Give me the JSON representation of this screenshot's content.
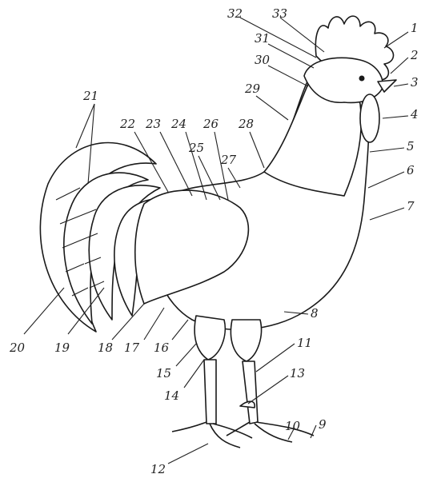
{
  "diagram": {
    "subject": "rooster-anatomy",
    "labels": [
      {
        "id": "1",
        "text": "1"
      },
      {
        "id": "2",
        "text": "2"
      },
      {
        "id": "3",
        "text": "3"
      },
      {
        "id": "4",
        "text": "4"
      },
      {
        "id": "5",
        "text": "5"
      },
      {
        "id": "6",
        "text": "6"
      },
      {
        "id": "7",
        "text": "7"
      },
      {
        "id": "8",
        "text": "8"
      },
      {
        "id": "9",
        "text": "9"
      },
      {
        "id": "10",
        "text": "10"
      },
      {
        "id": "11",
        "text": "11"
      },
      {
        "id": "12",
        "text": "12"
      },
      {
        "id": "13",
        "text": "13"
      },
      {
        "id": "14",
        "text": "14"
      },
      {
        "id": "15",
        "text": "15"
      },
      {
        "id": "16",
        "text": "16"
      },
      {
        "id": "17",
        "text": "17"
      },
      {
        "id": "18",
        "text": "18"
      },
      {
        "id": "19",
        "text": "19"
      },
      {
        "id": "20",
        "text": "20"
      },
      {
        "id": "21",
        "text": "21"
      },
      {
        "id": "22",
        "text": "22"
      },
      {
        "id": "23",
        "text": "23"
      },
      {
        "id": "24",
        "text": "24"
      },
      {
        "id": "25",
        "text": "25"
      },
      {
        "id": "26",
        "text": "26"
      },
      {
        "id": "27",
        "text": "27"
      },
      {
        "id": "28",
        "text": "28"
      },
      {
        "id": "29",
        "text": "29"
      },
      {
        "id": "30",
        "text": "30"
      },
      {
        "id": "31",
        "text": "31"
      },
      {
        "id": "32",
        "text": "32"
      },
      {
        "id": "33",
        "text": "33"
      }
    ]
  }
}
